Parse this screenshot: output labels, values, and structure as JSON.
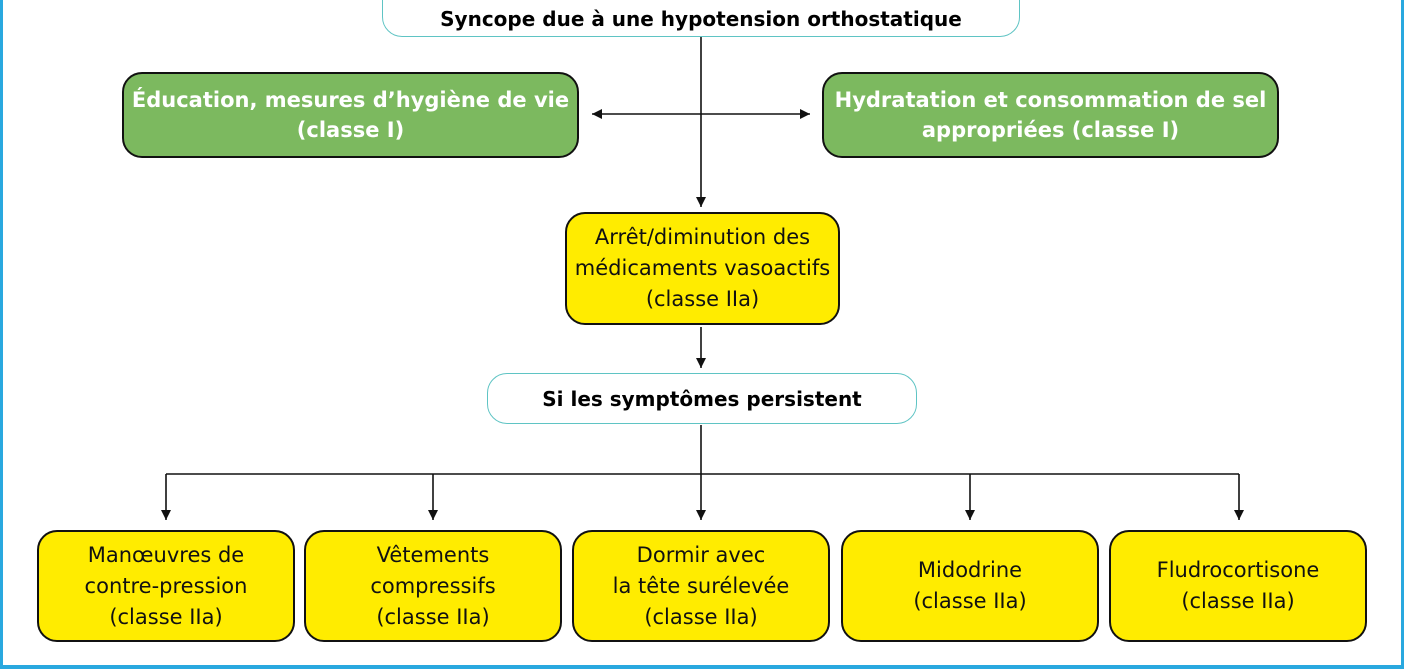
{
  "diagram": {
    "top": {
      "text": "Syncope due à une hypotension orthostatique"
    },
    "left_action": {
      "lines": [
        "Éducation, mesures d’hygiène de vie",
        "(classe I)"
      ]
    },
    "right_action": {
      "lines": [
        "Hydratation et consommation de sel",
        "appropriées (classe I)"
      ]
    },
    "middle": {
      "lines": [
        "Arrêt/diminution des",
        "médicaments vasoactifs",
        "(classe IIa)"
      ]
    },
    "condition": {
      "text": "Si les symptômes persistent"
    },
    "options": [
      {
        "lines": [
          "Manœuvres de",
          "contre-pression",
          "(classe IIa)"
        ]
      },
      {
        "lines": [
          "Vêtements",
          "compressifs",
          "(classe IIa)"
        ]
      },
      {
        "lines": [
          "Dormir avec",
          "la tête surélevée",
          "(classe IIa)"
        ]
      },
      {
        "lines": [
          "Midodrine",
          "(classe IIa)"
        ]
      },
      {
        "lines": [
          "Fludrocortisone",
          "(classe IIa)"
        ]
      }
    ],
    "colors": {
      "frame": "#29a8df",
      "header_border": "#5fc4c4",
      "green": "#7cb95f",
      "yellow": "#ffec00"
    }
  }
}
